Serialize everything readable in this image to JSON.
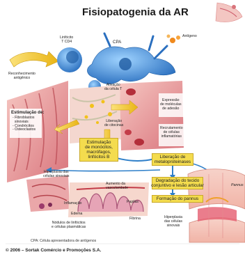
{
  "title": "Fisiopatogenia da AR",
  "labels": {
    "linfocito": "Linfócito\nT CD4",
    "cpa": "CPA",
    "antigeno": "Antígeno",
    "reconhecimento": "Reconhecimento\nantigênico",
    "ativacao": "Ativação\nda célula T",
    "liberacao_citocinas": "Liberação\nde citocinas",
    "estimulacao_title": "Estimulação de:",
    "estimulacao_items": "- Fibroblastos\n  sinoviais\n- Condrócitos\n- Osteoclastos",
    "expressao": "Expressão\nde moléculas\nde adesão",
    "recrutamento": "Recrutamento\nde células\ninflamatórias",
    "hiperplasia_sinoviais": "Hiperplasia das\ncélulas sinoviais",
    "aumento_vasc": "Aumento da\nvascularidade",
    "inflamacao": "Inflamação",
    "papilas": "Papilas",
    "edema": "Edema",
    "fibrina": "Fibrina",
    "nodulos": "Nódulos de linfócitos\ne células plasmáticas",
    "hiperplasia_sinovais2": "Hiperplasia\ndas células\nsinovais",
    "pannus_label": "Pannus"
  },
  "boxes": {
    "estimulacao_monocitos": "Estimulação\nde monócitos,\nmacrófagos,\nlinfócitos B",
    "liberacao_metalo": "Liberação de\nmetaloproteinases",
    "degradacao": "Degradação do tecido\nconjuntivo e lesão articular",
    "formacao": "Formação do pannus"
  },
  "footnote": "CPA: Célula apresentadora de antígenos",
  "copyright": "© 2006 – Sortak Comércio e Promoções S.A.",
  "colors": {
    "box_fill": "#f4dc4e",
    "cell_blue": "#3b8fd6",
    "arrow_yellow": "#f2c21b",
    "arrow_blue": "#2e7fc9",
    "tissue_pink": "#e8a0a4"
  }
}
